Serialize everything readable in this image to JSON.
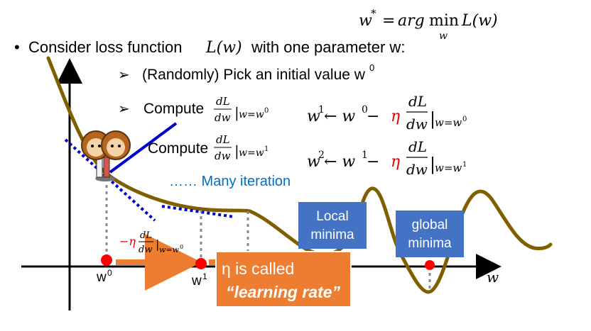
{
  "formula_top": {
    "lhs": "w",
    "star": "*",
    "eq": "=",
    "arg": "arg",
    "min": "min",
    "sub": "w",
    "rhs": "L(w)"
  },
  "bullet": {
    "mark": "•",
    "text_before": "Consider loss function ",
    "func": "L(w)",
    "text_after": " with one parameter w:"
  },
  "steps": {
    "arrow": "➢",
    "pick_text": "(Randomly) Pick an initial value w",
    "pick_sup": "0",
    "compute_label": "Compute",
    "frac_num": "dL",
    "frac_den": "dw",
    "bar": "|",
    "eval_w0": "w=w",
    "eval_w0_sup": "0",
    "eval_w1": "w=w",
    "eval_w1_sup": "1"
  },
  "updates": {
    "u1_lhs": "w",
    "u1_lhs_sup": "1",
    "u1_mid": " ← w",
    "u1_mid_sup": "0",
    "u1_minus": " − ",
    "eta": "η",
    "u2_lhs": "w",
    "u2_lhs_sup": "2",
    "u2_mid": " ← w",
    "u2_mid_sup": "1"
  },
  "iteration_text": "…… Many iteration",
  "boxes": {
    "local": [
      "Local",
      "minima"
    ],
    "global": [
      "global",
      "minima"
    ],
    "lr_line1": "η is called",
    "lr_line2": "“learning rate”"
  },
  "axis": {
    "x_label": "w",
    "tick_w0": "w",
    "tick_w0_sup": "0",
    "tick_w1": "w",
    "tick_w1_sup": "1"
  },
  "step_label": {
    "minus_eta": "−η",
    "frac_num": "dL",
    "frac_den": "dw",
    "eval": "|",
    "eval_sub": "w=w",
    "eval_sub_sup": "0"
  },
  "colors": {
    "curve": "#7f5f00",
    "tangent": "#0000cc",
    "accent_red": "#e00000",
    "text_blue": "#0070c0",
    "box_blue": "#4472c4",
    "box_orange": "#ed7d31",
    "point_red": "#ff0000",
    "arrow_orange": "#ed7d31"
  }
}
